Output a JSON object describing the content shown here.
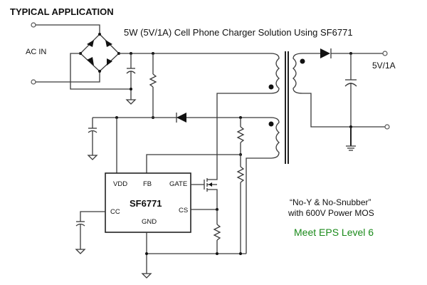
{
  "heading": "TYPICAL APPLICATION",
  "subtitle": "5W (5V/1A) Cell Phone Charger Solution Using SF6771",
  "input_label": "AC IN",
  "output_label": "5V/1A",
  "controller": {
    "name": "SF6771",
    "pins": {
      "vdd": "VDD",
      "fb": "FB",
      "gate": "GATE",
      "cc": "CC",
      "cs": "CS",
      "gnd": "GND"
    }
  },
  "notes": {
    "line1": "“No-Y & No-Snubber”",
    "line2": "with 600V Power MOS",
    "highlight": "Meet EPS Level 6"
  },
  "colors": {
    "highlight": "#1a8a1a",
    "wire": "#3a3a3a"
  }
}
